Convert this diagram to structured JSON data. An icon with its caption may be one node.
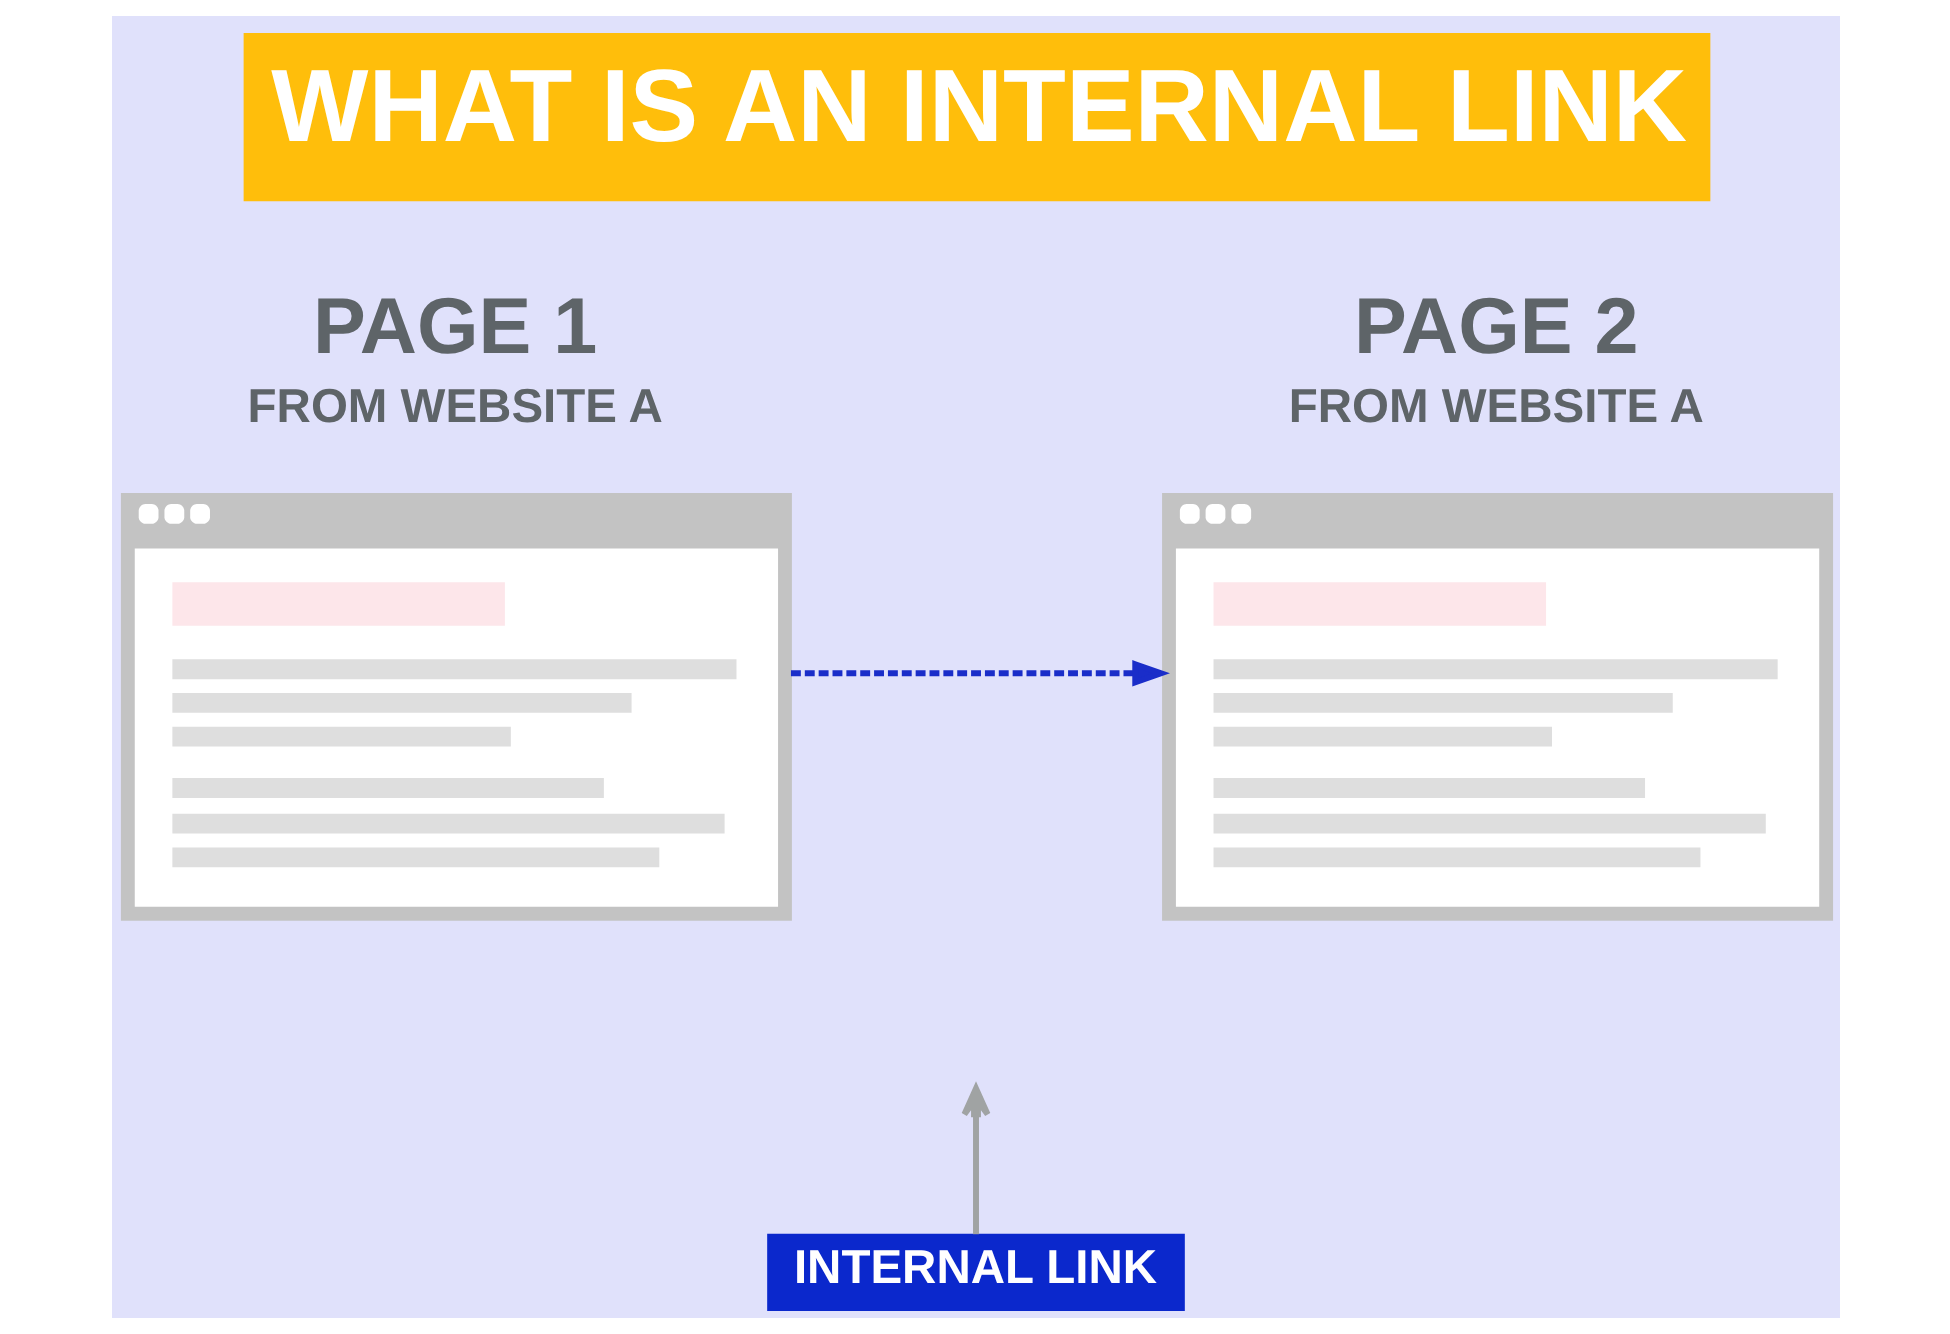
{
  "diagram": {
    "title": "WHAT IS AN INTERNAL LINK",
    "nodes": [
      {
        "text": [
          "PAGE 1",
          "FROM WEBSITE A"
        ]
      },
      {
        "text": [
          "PAGE 2",
          "FROM WEBSITE A"
        ]
      },
      {
        "text": [
          "INTERNAL LINK"
        ]
      }
    ],
    "edges": [
      {
        "from": 0,
        "to": 1,
        "arrow": "to",
        "style": "dashed",
        "color": "#1a2dc9"
      },
      {
        "from": 2,
        "to": null,
        "arrow": "to",
        "color": "#a0a3a3"
      }
    ]
  }
}
